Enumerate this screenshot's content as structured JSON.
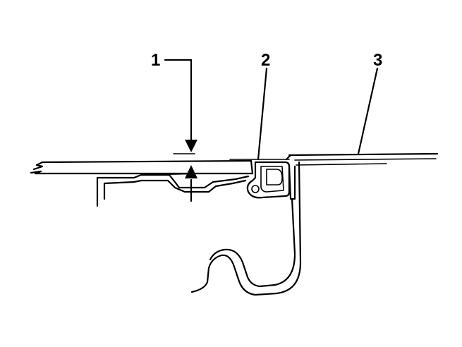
{
  "callouts": [
    {
      "label": "1"
    },
    {
      "label": "2"
    },
    {
      "label": "3"
    }
  ],
  "colors": {
    "stroke": "#000000",
    "background": "#ffffff"
  }
}
